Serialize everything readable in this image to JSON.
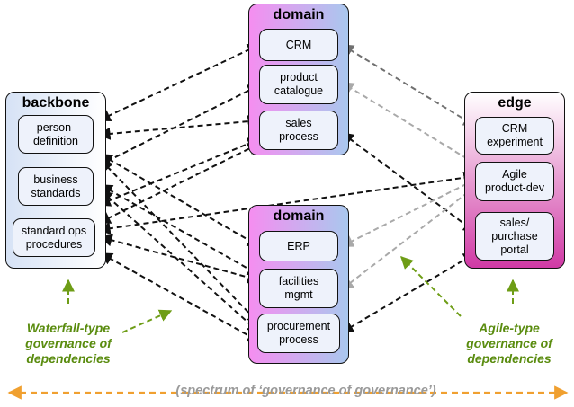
{
  "groups": {
    "backbone": "backbone",
    "domain_top": "domain",
    "domain_bottom": "domain",
    "edge": "edge"
  },
  "nodes": {
    "person_definition": "person-\ndefinition",
    "business_standards": "business\nstandards",
    "standard_ops": "standard ops\nprocedures",
    "crm": "CRM",
    "product_catalogue": "product\ncatalogue",
    "sales_process": "sales\nprocess",
    "erp": "ERP",
    "facilities_mgmt": "facilities\nmgmt",
    "procurement_process": "procurement\nprocess",
    "crm_experiment": "CRM\nexperiment",
    "agile_product_dev": "Agile\nproduct-dev",
    "sales_purchase_portal": "sales/\npurchase\nportal"
  },
  "labels": {
    "waterfall": "Waterfall-type\ngovernance of\ndependencies",
    "agile": "Agile-type\ngovernance of\ndependencies",
    "spectrum": "(spectrum of ‘governance of governance’)"
  },
  "colors": {
    "dark_arrow": "#111111",
    "gray_arrow": "#a9a9a9",
    "mid_arrow": "#707070",
    "green_arrow": "#6e9d16",
    "orange_arrow": "#f0a030"
  }
}
